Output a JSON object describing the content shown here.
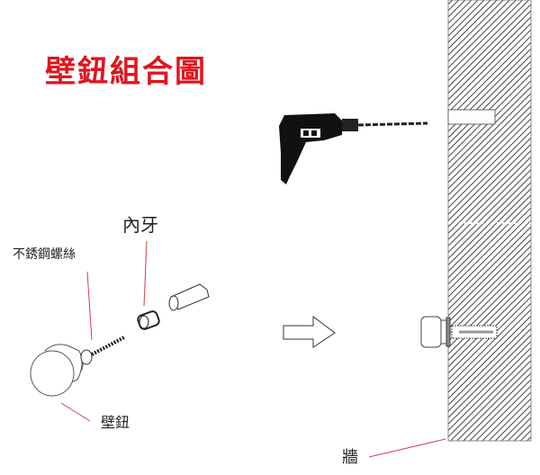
{
  "title": "壁鈕組合圖",
  "labels": {
    "insert": "內牙",
    "screw": "不銹鋼螺絲",
    "button": "壁鈕",
    "wall": "牆"
  },
  "colors": {
    "title": "#e0141e",
    "leader": "#d04050",
    "hatch": "#444444"
  }
}
